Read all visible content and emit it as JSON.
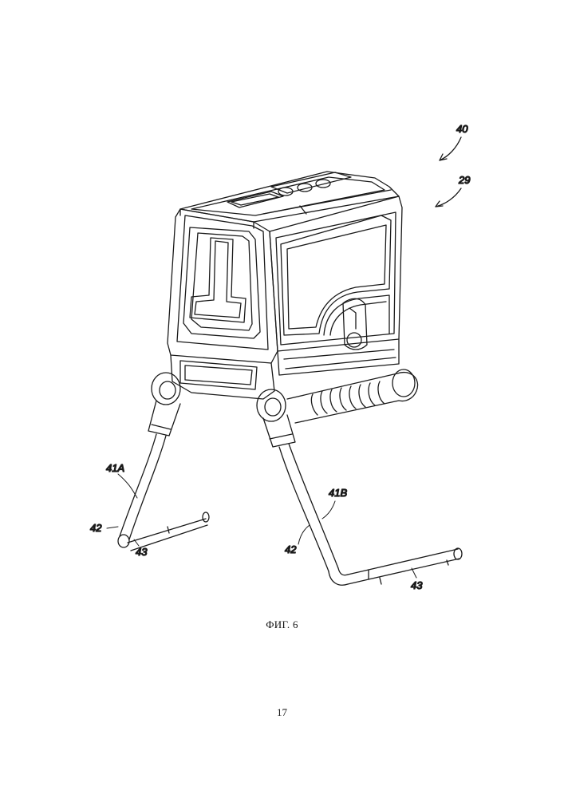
{
  "figure": {
    "caption": "ФИГ. 6",
    "labels": {
      "ref_40": "40",
      "ref_29": "29",
      "ref_41a": "41A",
      "ref_41b": "41B",
      "ref_42_left": "42",
      "ref_42_right": "42",
      "ref_43_left": "43",
      "ref_43_right": "43"
    }
  },
  "page_number": "17"
}
